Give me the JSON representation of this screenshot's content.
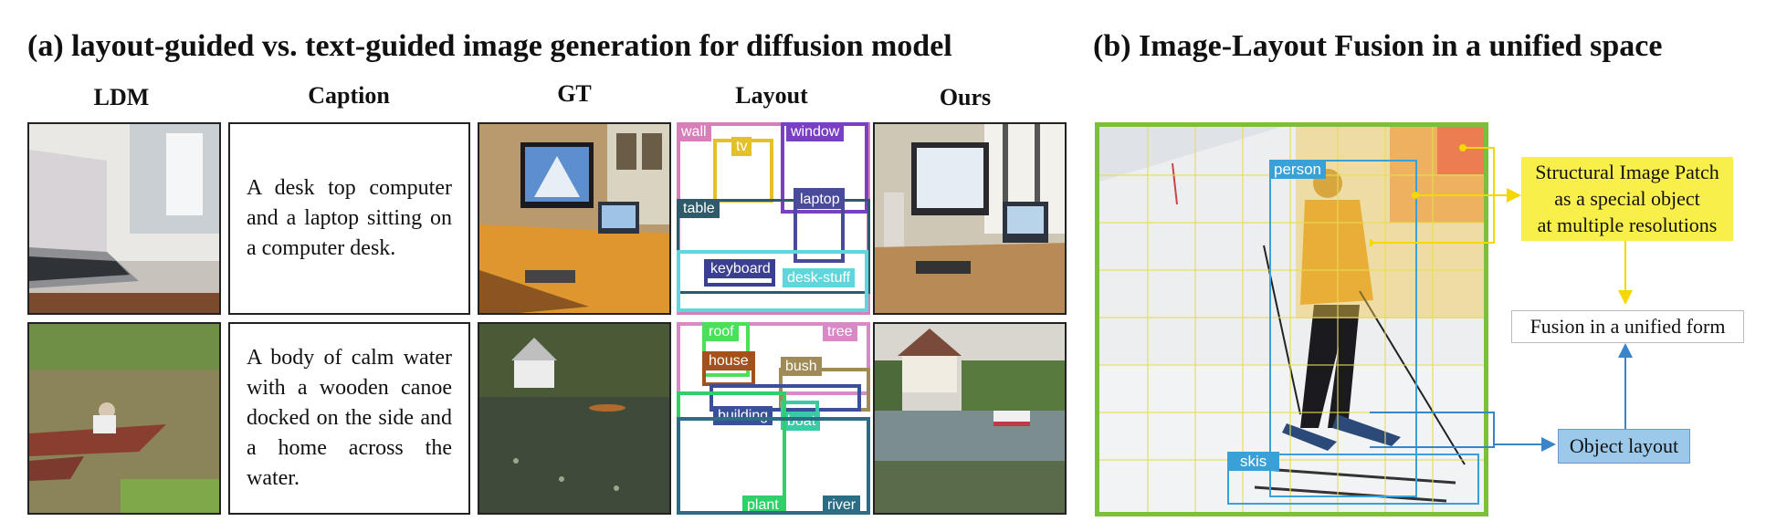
{
  "panel_a": {
    "title": "(a) layout-guided vs. text-guided image generation for diffusion model",
    "columns": [
      "LDM",
      "Caption",
      "GT",
      "Layout",
      "Ours"
    ],
    "rows": [
      {
        "caption": "A desk top computer and a laptop sitting on a computer desk.",
        "layout_labels": [
          "wall",
          "tv",
          "window",
          "table",
          "laptop",
          "keyboard",
          "desk-stuff"
        ]
      },
      {
        "caption": "A body of calm water with a wooden canoe docked on the side and a home across the water.",
        "layout_labels": [
          "roof",
          "tree",
          "house",
          "bush",
          "building",
          "boat",
          "plant",
          "river"
        ]
      }
    ]
  },
  "panel_b": {
    "title": "(b) Image-Layout Fusion in a unified space",
    "person_label": "person",
    "skis_label": "skis",
    "patch_note": [
      "Structural Image Patch",
      "as a special object",
      "at multiple resolutions"
    ],
    "fusion_label": "Fusion in a unified form",
    "object_layout_label": "Object layout"
  },
  "colors": {
    "wall": "#d77fb8",
    "tv": "#e3c12a",
    "window": "#7a3fc2",
    "table": "#2f5a6a",
    "laptop": "#4a4a9a",
    "keyboard": "#3b3f8f",
    "desk_stuff": "#5fd6dc",
    "roof": "#49e05a",
    "tree": "#d88ac6",
    "house": "#a2521a",
    "bush": "#a08a55",
    "building": "#3a4f9a",
    "boat": "#3ccaa6",
    "plant": "#2fd06a",
    "river": "#2c6d86",
    "person_box": "#39a0d8",
    "patch_yellow": "#f5e83a",
    "object_layout_fill": "#9cc8ea",
    "green_frame": "#7bbf3a"
  }
}
